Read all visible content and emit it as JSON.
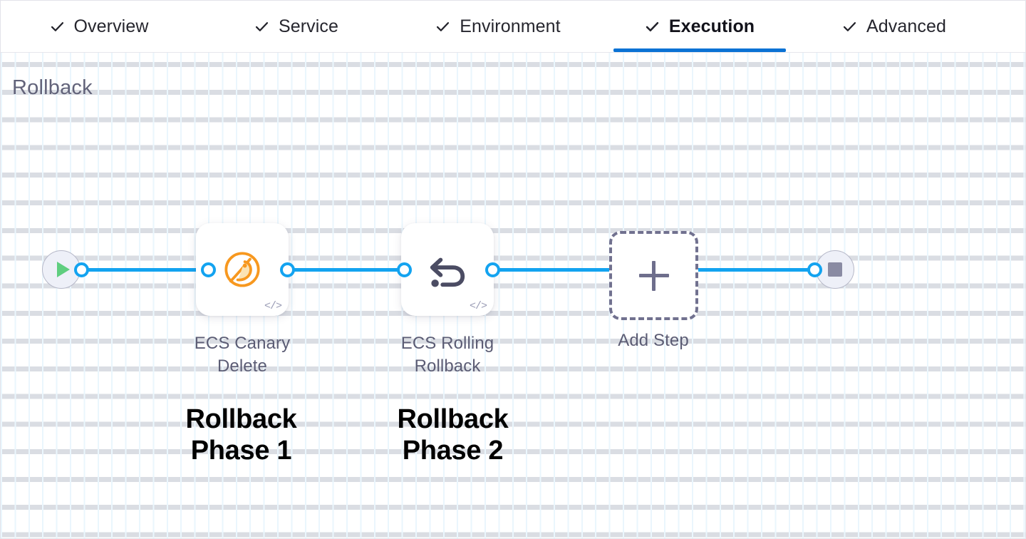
{
  "tabs": [
    {
      "id": "overview",
      "label": "Overview",
      "icon": "check-icon",
      "complete": true,
      "active": false
    },
    {
      "id": "service",
      "label": "Service",
      "icon": "check-icon",
      "complete": true,
      "active": false
    },
    {
      "id": "environment",
      "label": "Environment",
      "icon": "check-icon",
      "complete": true,
      "active": false
    },
    {
      "id": "execution",
      "label": "Execution",
      "icon": "check-icon",
      "complete": true,
      "active": true
    },
    {
      "id": "advanced",
      "label": "Advanced",
      "icon": "check-icon",
      "complete": true,
      "active": false
    }
  ],
  "section": {
    "title": "Rollback"
  },
  "pipeline": {
    "start_node": {
      "icon": "play-icon",
      "label": ""
    },
    "end_node": {
      "icon": "stop-icon",
      "label": ""
    },
    "steps": [
      {
        "id": "ecs-canary-delete",
        "label": "ECS Canary Delete",
        "icon": "ecs-canary-delete-icon",
        "badge": "code-icon",
        "badge_text": "</>"
      },
      {
        "id": "ecs-rolling-rollback",
        "label": "ECS Rolling Rollback",
        "icon": "rollback-arrow-icon",
        "badge": "code-icon",
        "badge_text": "</>"
      }
    ],
    "add_step": {
      "label": "Add Step",
      "icon": "plus-icon"
    }
  },
  "annotations": [
    {
      "id": "phase-1",
      "text": "Rollback\nPhase 1"
    },
    {
      "id": "phase-2",
      "text": "Rollback\nPhase 2"
    }
  ],
  "colors": {
    "accent_blue": "#0b72d4",
    "edge_blue": "#13a3f0",
    "heading_gray": "#62637a",
    "ecs_orange": "#f79824",
    "play_green": "#5fce7f",
    "stop_gray": "#8a8ba3",
    "dashed_border": "#71718f",
    "annotation_black": "#000000"
  }
}
